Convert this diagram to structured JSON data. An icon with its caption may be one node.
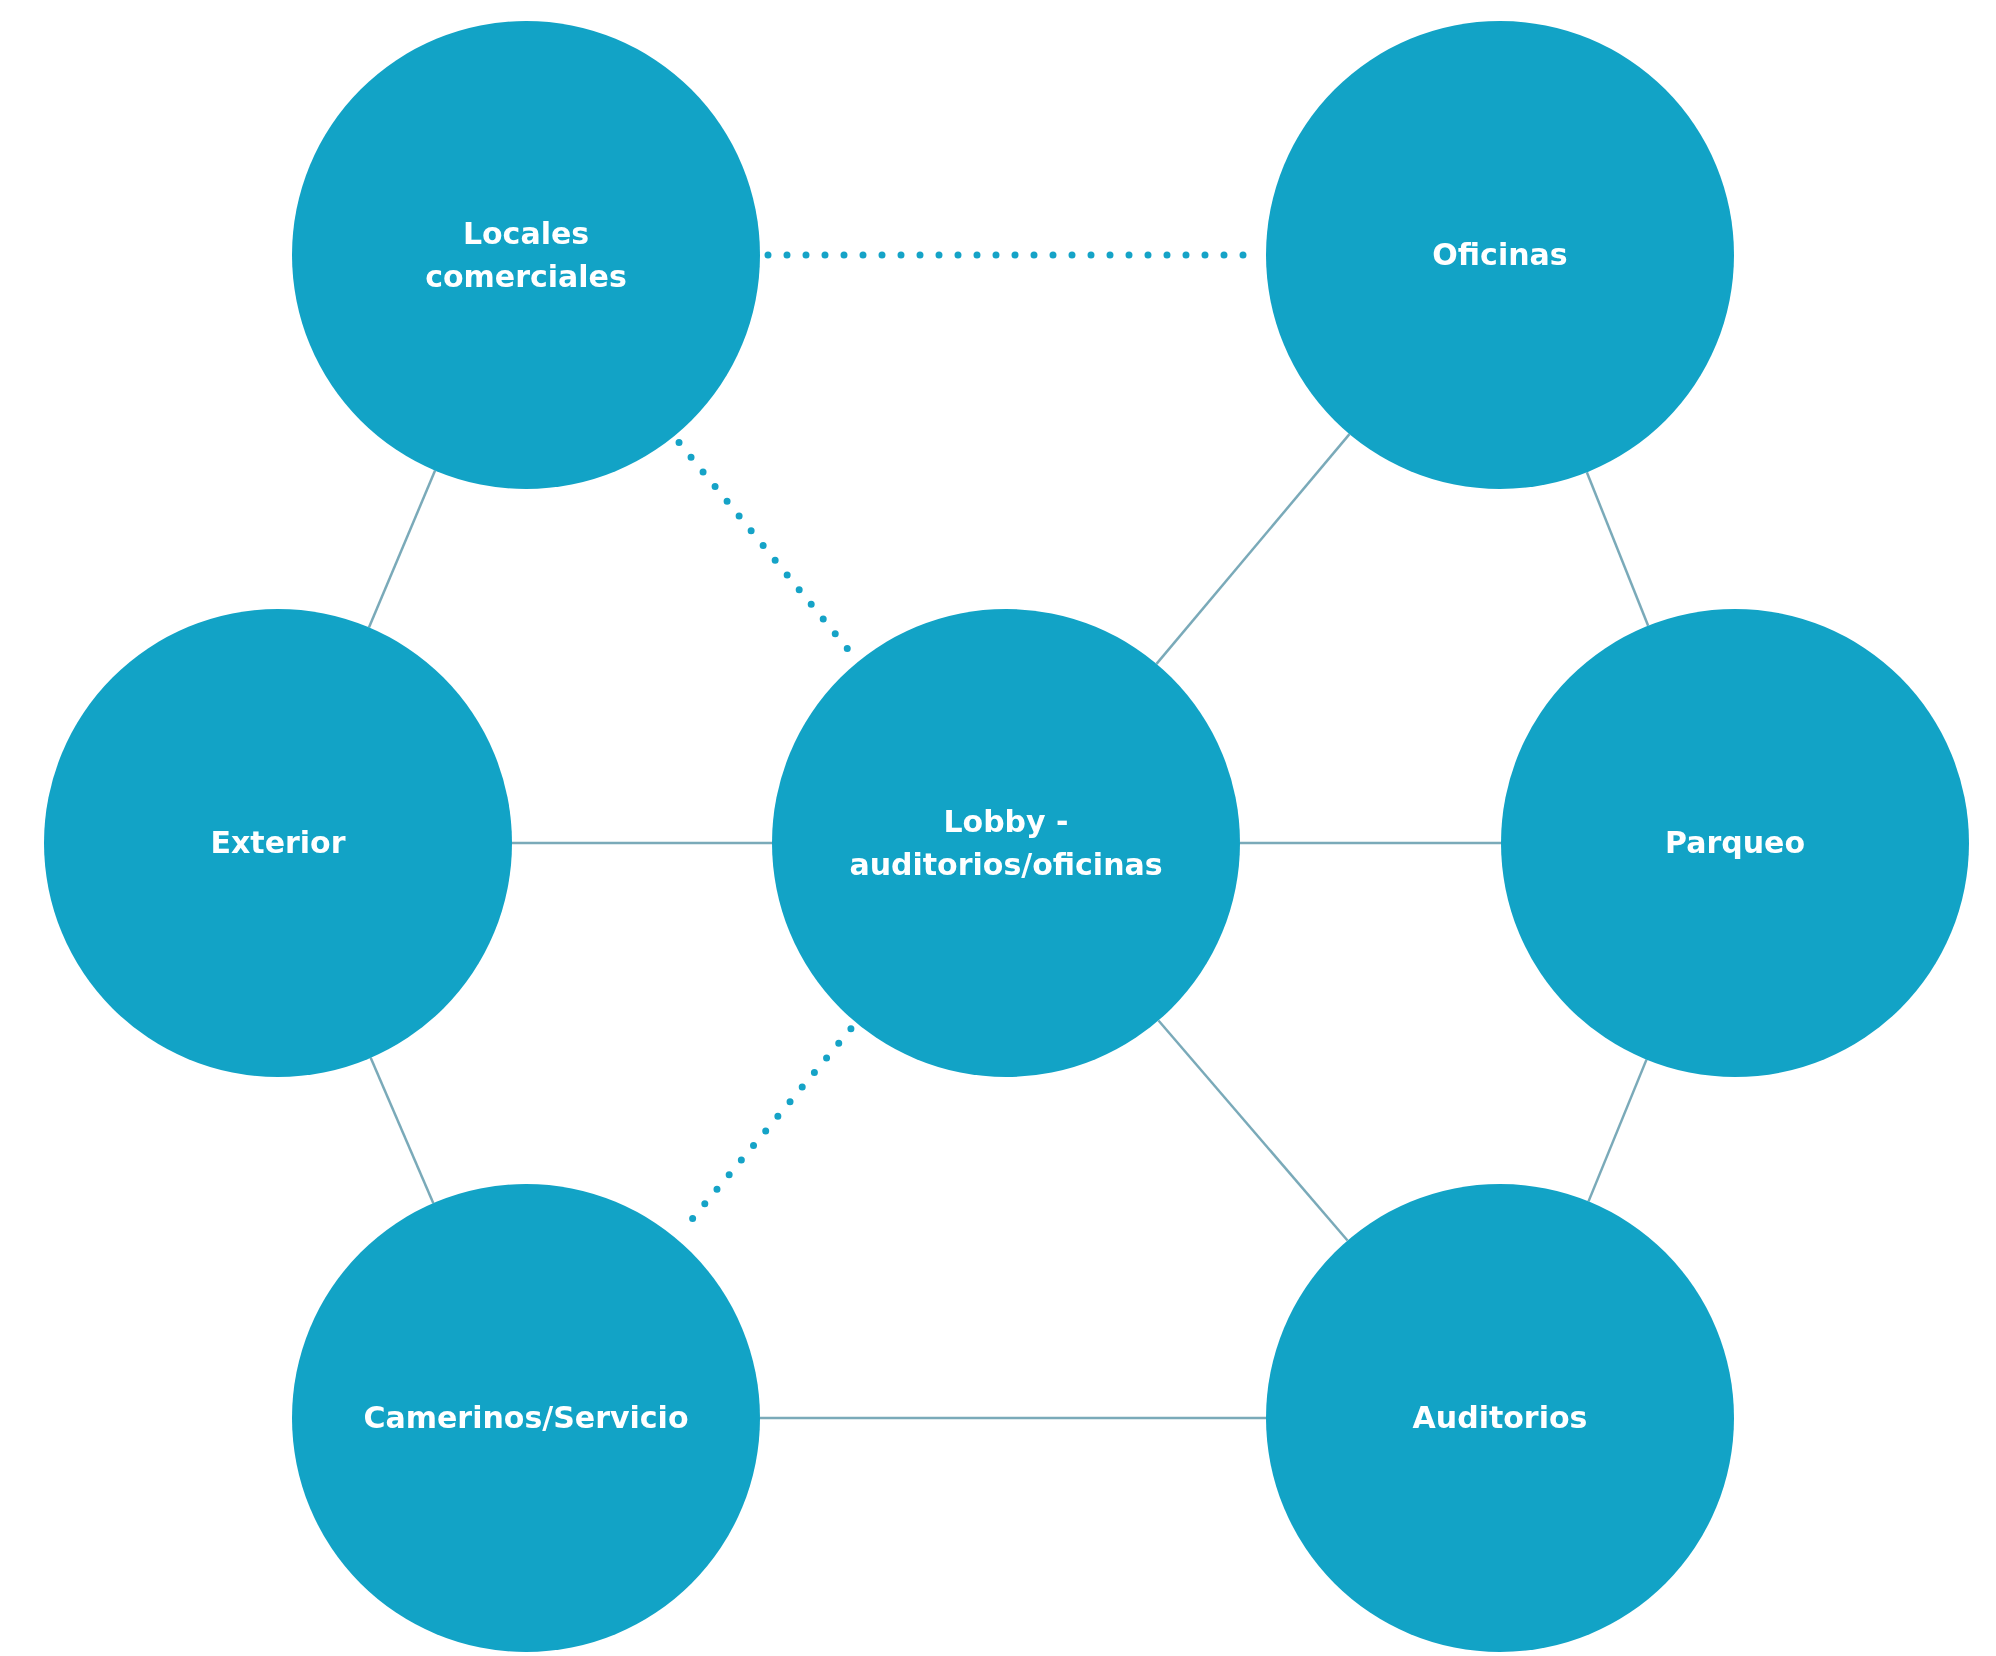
{
  "diagram": {
    "nodes": [
      {
        "text": [
          "Locales comerciales"
        ]
      },
      {
        "text": [
          "Oficinas"
        ]
      },
      {
        "text": [
          "Exterior"
        ]
      },
      {
        "text": [
          "Lobby - auditorios/oficinas"
        ]
      },
      {
        "text": [
          "Parqueo"
        ]
      },
      {
        "text": [
          "Camerinos/Servicio"
        ]
      },
      {
        "text": [
          "Auditorios"
        ]
      }
    ],
    "edges": [
      {
        "from": 0,
        "to": 1,
        "arrow": "none",
        "style": "dashed",
        "color": "#15a3c7"
      },
      {
        "from": 0,
        "to": 3,
        "arrow": "none",
        "style": "dashed",
        "color": "#15a3c7"
      },
      {
        "from": 0,
        "to": 2,
        "arrow": "none"
      },
      {
        "from": 1,
        "to": 3,
        "arrow": "none"
      },
      {
        "from": 1,
        "to": 4,
        "arrow": "none"
      },
      {
        "from": 2,
        "to": 3,
        "arrow": "none"
      },
      {
        "from": 3,
        "to": 4,
        "arrow": "none"
      },
      {
        "from": 3,
        "to": 5,
        "arrow": "none",
        "style": "dashed",
        "color": "#15a3c7"
      },
      {
        "from": 3,
        "to": 6,
        "arrow": "none"
      },
      {
        "from": 2,
        "to": 5,
        "arrow": "none"
      },
      {
        "from": 4,
        "to": 6,
        "arrow": "none"
      },
      {
        "from": 5,
        "to": 6,
        "arrow": "none"
      }
    ]
  }
}
